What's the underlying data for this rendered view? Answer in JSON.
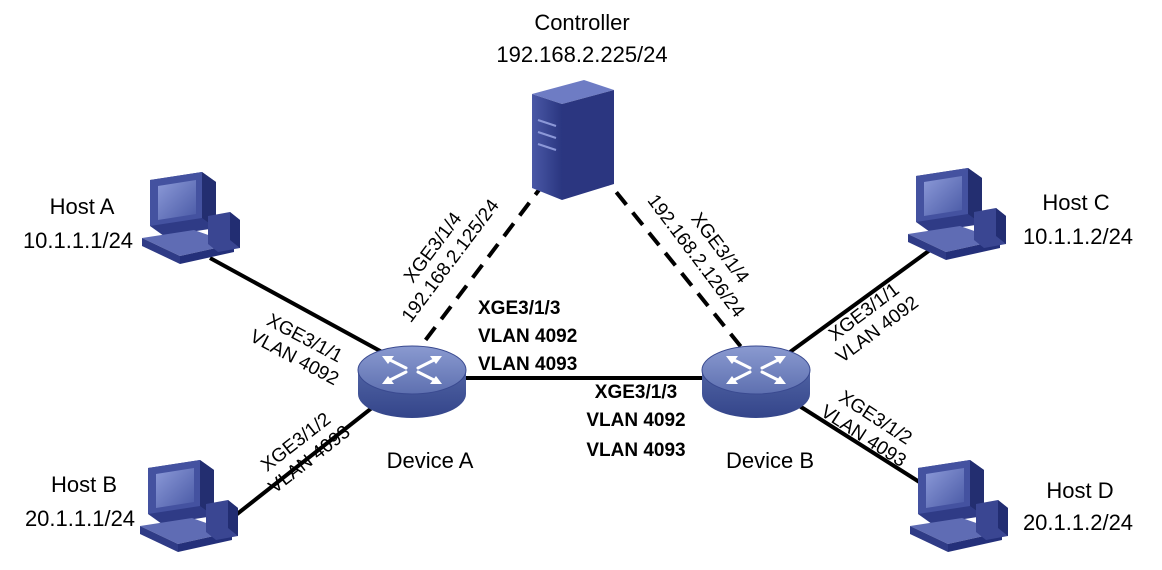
{
  "colors": {
    "link": "#000000",
    "device": "#6d7fb8",
    "device_dark": "#4a5c98",
    "computer": "#3a4690",
    "server": "#2e3a86"
  },
  "icons": {
    "controller": "server-icon",
    "hosts": "computer-icon",
    "devices": "switch-icon"
  },
  "controller": {
    "name": "Controller",
    "ip": "192.168.2.225/24"
  },
  "host_a": {
    "name": "Host A",
    "ip": "10.1.1.1/24"
  },
  "host_b": {
    "name": "Host B",
    "ip": "20.1.1.1/24"
  },
  "host_c": {
    "name": "Host C",
    "ip": "10.1.1.2/24"
  },
  "host_d": {
    "name": "Host D",
    "ip": "20.1.1.2/24"
  },
  "device_a": {
    "name": "Device A",
    "port_to_host_a": "XGE3/1/1",
    "vlan_to_host_a": "VLAN 4092",
    "port_to_host_b": "XGE3/1/2",
    "vlan_to_host_b": "VLAN 4093",
    "port_to_controller": "XGE3/1/4",
    "ip_to_controller": "192.168.2.125/24",
    "port_to_device_b": "XGE3/1/3",
    "vlans_to_device_b": [
      "VLAN 4092",
      "VLAN 4093"
    ]
  },
  "device_b": {
    "name": "Device B",
    "port_to_host_c": "XGE3/1/1",
    "vlan_to_host_c": "VLAN 4092",
    "port_to_host_d": "XGE3/1/2",
    "vlan_to_host_d": "VLAN 4093",
    "port_to_controller": "XGE3/1/4",
    "ip_to_controller": "192.168.2.126/24",
    "port_to_device_a": "XGE3/1/3",
    "vlans_to_device_a": [
      "VLAN 4092",
      "VLAN 4093"
    ]
  }
}
